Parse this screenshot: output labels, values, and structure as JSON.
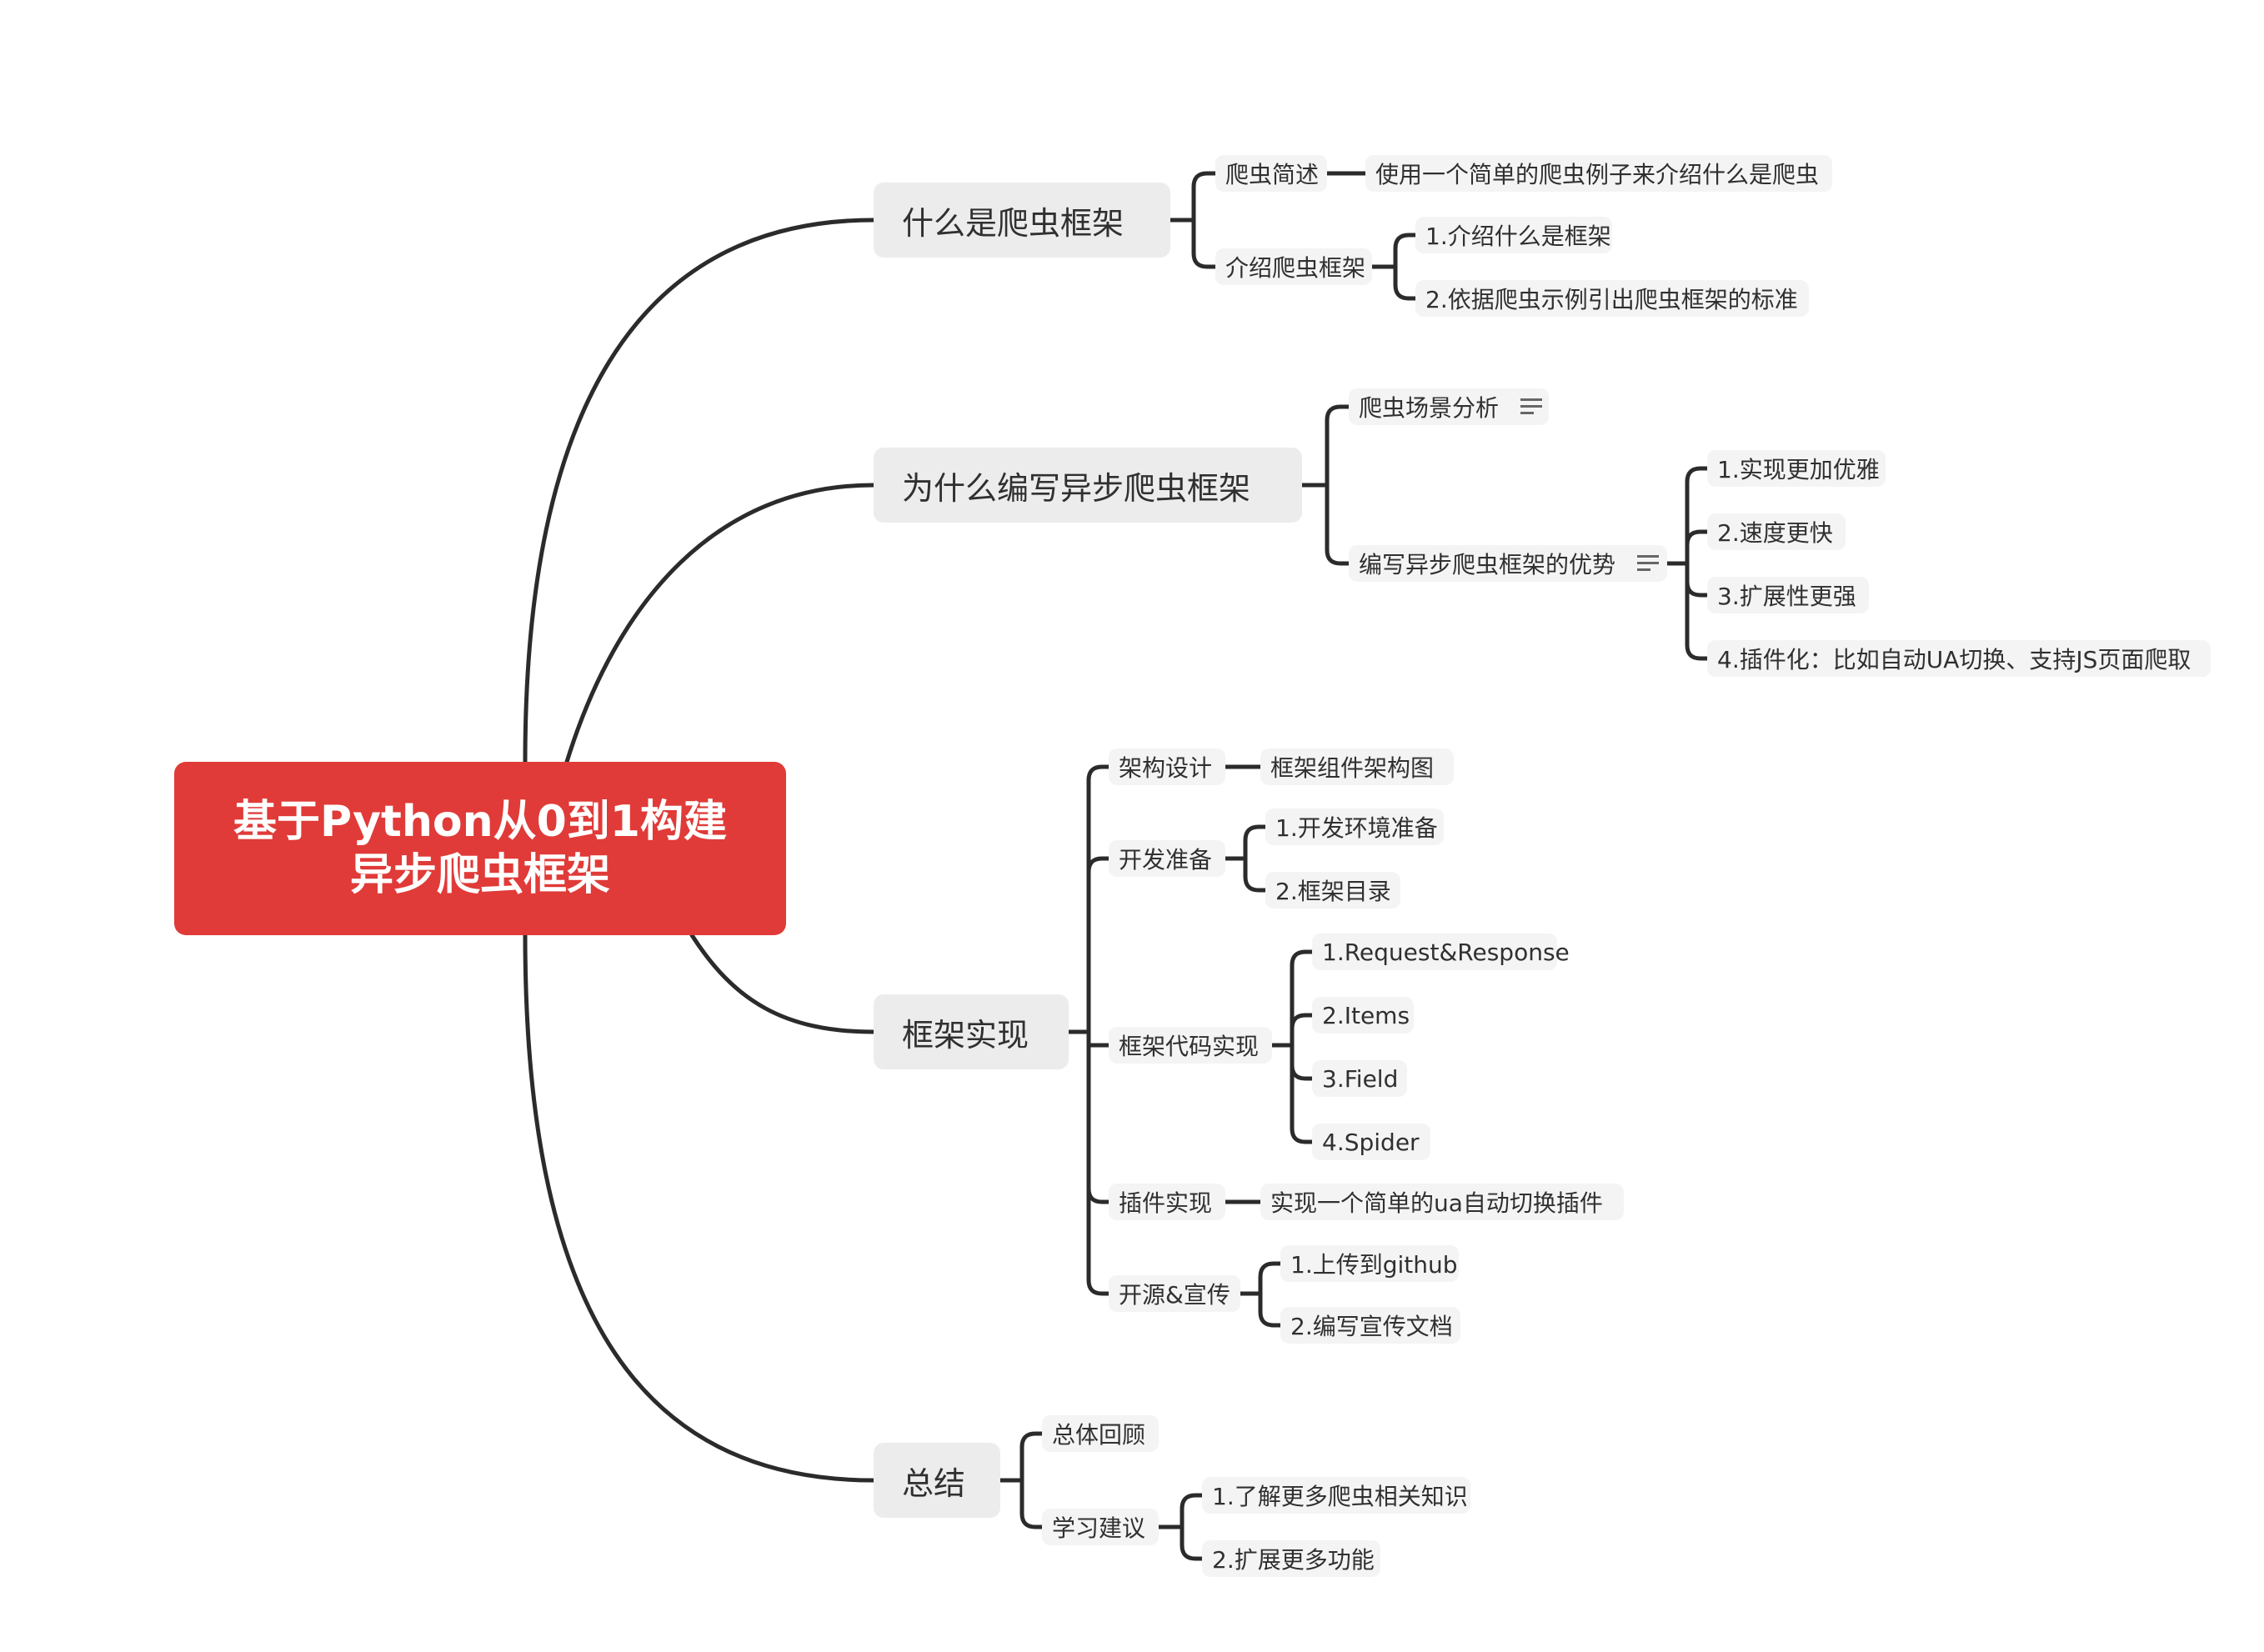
{
  "root": {
    "line1": "基于Python从0到1构建",
    "line2": "异步爬虫框架"
  },
  "branches": [
    {
      "label": "什么是爬虫框架",
      "children": [
        {
          "label": "爬虫简述",
          "children": [
            {
              "label": "使用一个简单的爬虫例子来介绍什么是爬虫"
            }
          ]
        },
        {
          "label": "介绍爬虫框架",
          "children": [
            {
              "label": "1.介绍什么是框架"
            },
            {
              "label": "2.依据爬虫示例引出爬虫框架的标准"
            }
          ]
        }
      ]
    },
    {
      "label": "为什么编写异步爬虫框架",
      "children": [
        {
          "label": "爬虫场景分析",
          "has_note": true
        },
        {
          "label": "编写异步爬虫框架的优势",
          "has_note": true,
          "children": [
            {
              "label": "1.实现更加优雅"
            },
            {
              "label": "2.速度更快"
            },
            {
              "label": "3.扩展性更强"
            },
            {
              "label": "4.插件化：比如自动UA切换、支持JS页面爬取"
            }
          ]
        }
      ]
    },
    {
      "label": "框架实现",
      "children": [
        {
          "label": "架构设计",
          "children": [
            {
              "label": "框架组件架构图"
            }
          ]
        },
        {
          "label": "开发准备",
          "children": [
            {
              "label": "1.开发环境准备"
            },
            {
              "label": "2.框架目录"
            }
          ]
        },
        {
          "label": "框架代码实现",
          "children": [
            {
              "label": "1.Request&Response"
            },
            {
              "label": "2.Items"
            },
            {
              "label": "3.Field"
            },
            {
              "label": "4.Spider"
            }
          ]
        },
        {
          "label": "插件实现",
          "children": [
            {
              "label": "实现一个简单的ua自动切换插件"
            }
          ]
        },
        {
          "label": "开源&宣传",
          "children": [
            {
              "label": "1.上传到github"
            },
            {
              "label": "2.编写宣传文档"
            }
          ]
        }
      ]
    },
    {
      "label": "总结",
      "children": [
        {
          "label": "总体回顾"
        },
        {
          "label": "学习建议",
          "children": [
            {
              "label": "1.了解更多爬虫相关知识"
            },
            {
              "label": "2.扩展更多功能"
            }
          ]
        }
      ]
    }
  ],
  "colors": {
    "root": "#e03b38",
    "line": "#2b2b2b",
    "topic": "#ececec",
    "subtopic": "#f4f4f4"
  }
}
